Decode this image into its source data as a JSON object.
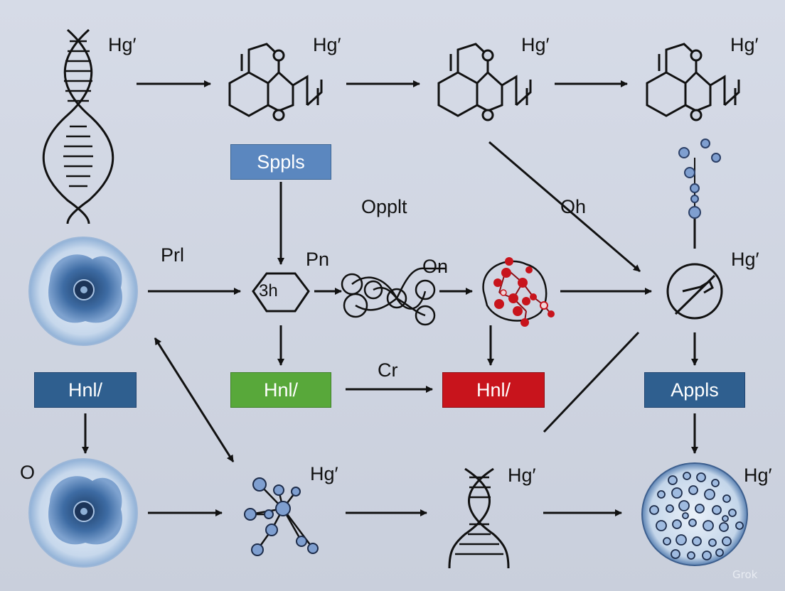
{
  "labels": {
    "hg_dna_top": "Hg′",
    "hg_mol_1": "Hg′",
    "hg_mol_2": "Hg′",
    "hg_mol_3": "Hg′",
    "hg_gauge": "Hg′",
    "hg_network": "Hg′",
    "hg_dna_bottom": "Hg′",
    "hg_cell_cluster": "Hg′",
    "prl": "Prl",
    "pn": "Pn",
    "on": "On",
    "opplt": "Opplt",
    "oh": "Oh",
    "cr": "Cr",
    "o": "O",
    "hexagon": "3h"
  },
  "boxes": {
    "spppls": {
      "text": "Sppls",
      "fill": "#5b87bf",
      "text_color": "#ffffff"
    },
    "hnl_left": {
      "text": "Hnl/",
      "fill": "#2f5f8f",
      "text_color": "#ffffff"
    },
    "hnl_green": {
      "text": "Hnl/",
      "fill": "#58a83a",
      "text_color": "#ffffff"
    },
    "hnl_red": {
      "text": "Hnl/",
      "fill": "#c8141c",
      "text_color": "#ffffff"
    },
    "appls": {
      "text": "Appls",
      "fill": "#2f5f8f",
      "text_color": "#ffffff"
    }
  },
  "colors": {
    "background": "#cdd3e0",
    "ink": "#111111",
    "node_blue": "#7f9fd0",
    "node_red": "#c8141c",
    "cell_blue": "#3f6ea5"
  },
  "icons": [
    "dna-helix-icon",
    "molecule-ring-icon",
    "cell-nucleus-icon",
    "hexagon-icon",
    "network-graph-icon",
    "red-cluster-icon",
    "gauge-circle-icon",
    "bead-chain-icon",
    "cell-cluster-icon"
  ],
  "watermark": "Grok"
}
